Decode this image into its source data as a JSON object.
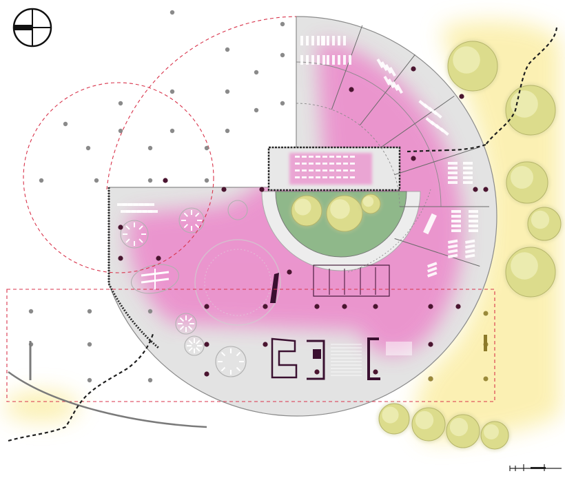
{
  "diagram": {
    "type": "architectural-floor-plan",
    "orientation": "north-arrow-top-left",
    "has_scale_bar": true,
    "colors": {
      "floor": "#e3e3e3",
      "program_zone": "#eb8fcc",
      "landscape": "#fbeea6",
      "tree_canopy": "#dcdc8c",
      "courtyard_green": "#8fb88a",
      "wall": "#2a2a2a",
      "furniture": "#ffffff",
      "dark_accent": "#3a1030",
      "dashed_outline": "#d8324a",
      "column": "#4a1530",
      "path": "#1e1e1e"
    },
    "elements": {
      "north_arrow": "north-arrow-icon",
      "trees": "tree-canopy-icon",
      "path": "dashed-path"
    }
  }
}
